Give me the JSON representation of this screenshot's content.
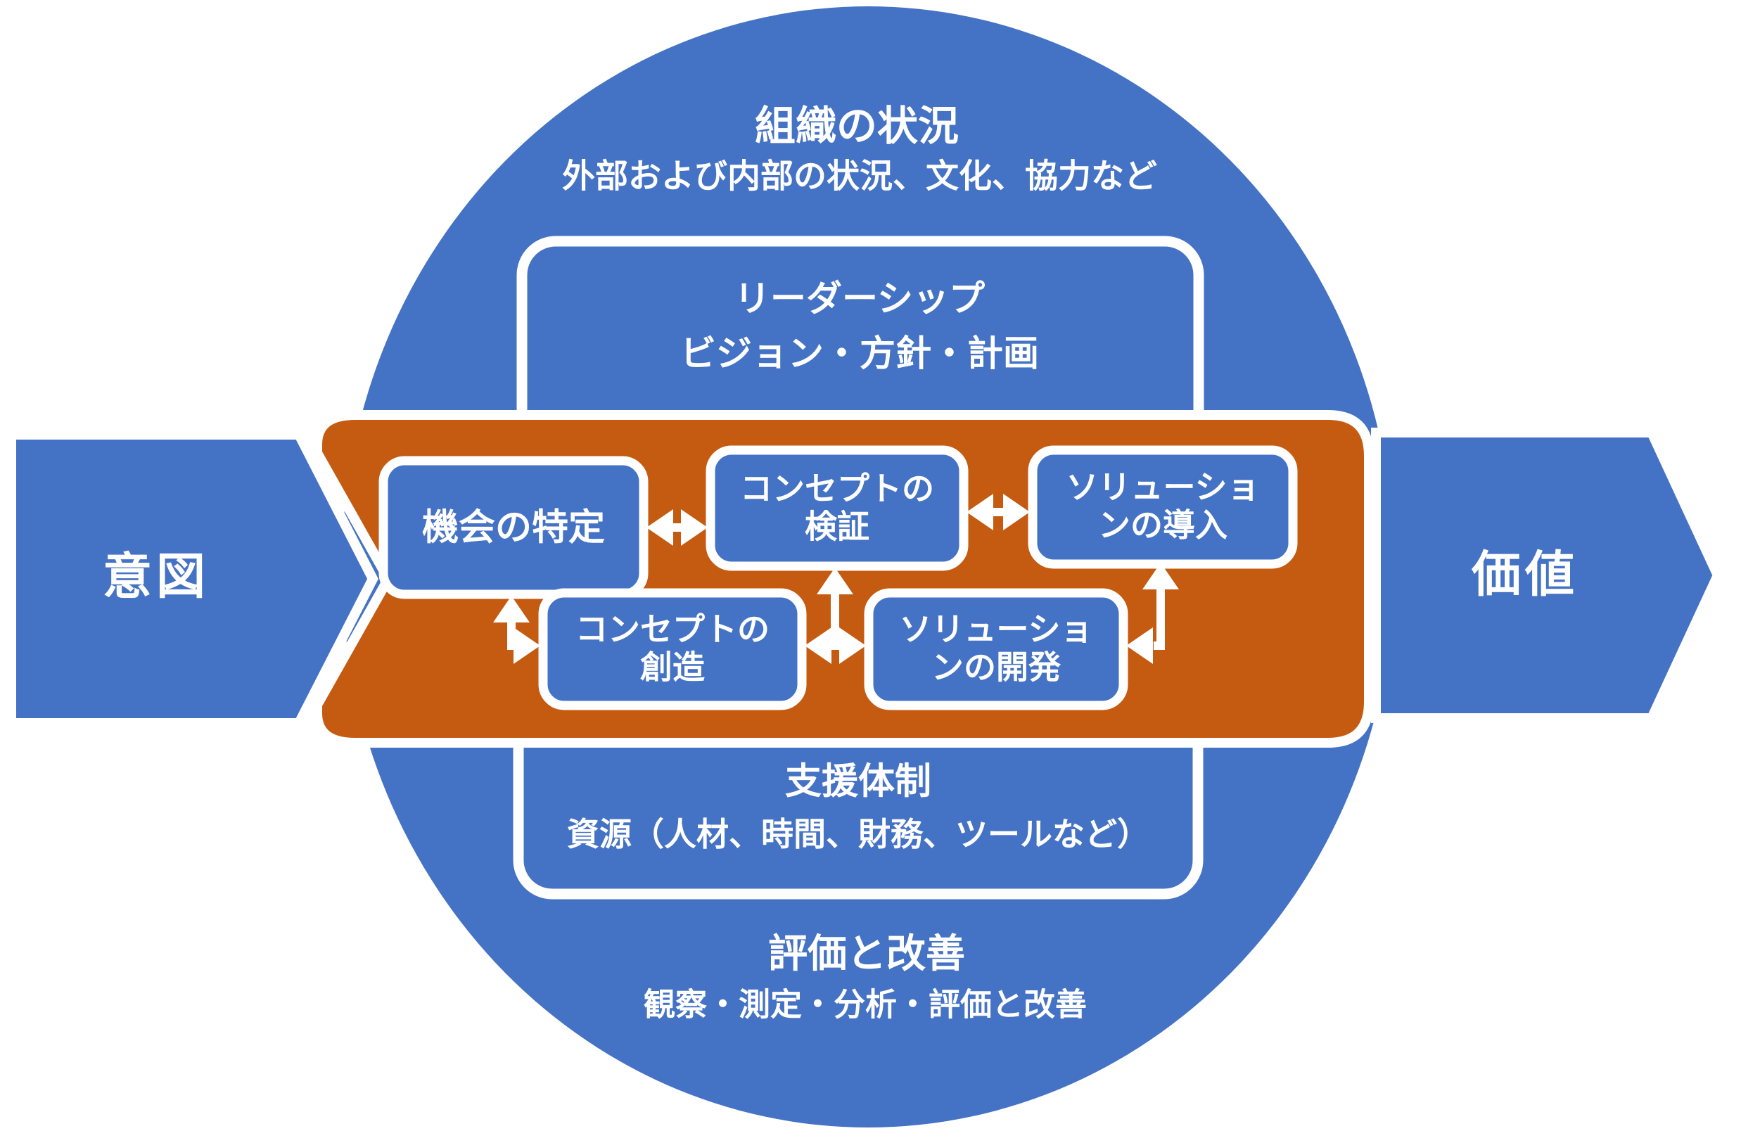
{
  "colors": {
    "blue": "#4472C4",
    "orange": "#C55A11",
    "white": "#FFFFFF"
  },
  "context": {
    "title": "組織の状況",
    "subtitle": "外部および内部の状況、文化、協力など"
  },
  "leadership": {
    "title": "リーダーシップ",
    "subtitle": "ビジョン・方針・計画"
  },
  "process": {
    "opportunity": "機会の特定",
    "validation": "コンセプトの\n検証",
    "deployment": "ソリューショ\nンの導入",
    "creation": "コンセプトの\n創造",
    "development": "ソリューショ\nンの開発"
  },
  "intent": "意図",
  "value": "価値",
  "support": {
    "title": "支援体制",
    "subtitle": "資源（人材、時間、財務、ツールなど）"
  },
  "evaluation": {
    "title": "評価と改善",
    "subtitle": "観察・測定・分析・評価と改善"
  }
}
